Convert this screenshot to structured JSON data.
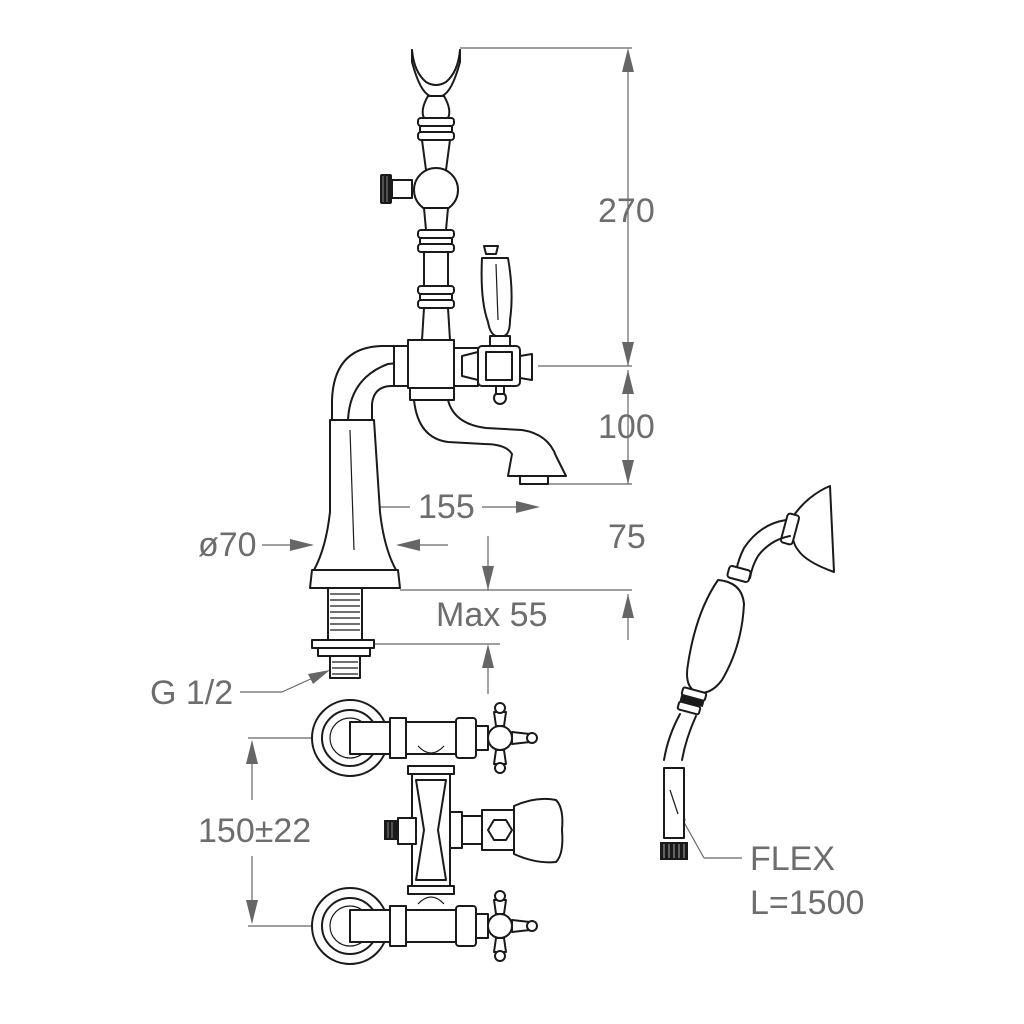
{
  "labels": {
    "height_top": "270",
    "height_spout": "100",
    "spout_reach": "155",
    "spout_height_75": "75",
    "base_diameter": "ø70",
    "max_thickness": "Max 55",
    "thread": "G 1/2",
    "centers": "150±22",
    "flex": "FLEX",
    "flex_length": "L=1500"
  },
  "colors": {
    "line": "#1a1a1a",
    "dimension": "#666666",
    "text": "#6d6d6d"
  }
}
